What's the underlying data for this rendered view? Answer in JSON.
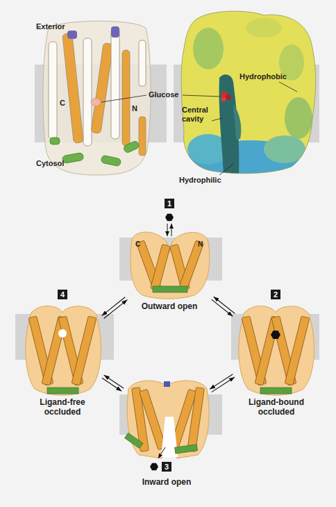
{
  "diagram": {
    "nodes": [
      {
        "text": [
          "1",
          "Outward open"
        ]
      },
      {
        "text": [
          "4",
          "Ligand-free occluded"
        ]
      },
      {
        "text": [
          "2",
          "Ligand-bound occluded"
        ]
      },
      {
        "text": [
          "3",
          "Inward open"
        ]
      }
    ],
    "edges": [
      {
        "from": 0,
        "to": 2,
        "arrow": "both"
      },
      {
        "from": 2,
        "to": 3,
        "arrow": "both"
      },
      {
        "from": 3,
        "to": 1,
        "arrow": "both"
      },
      {
        "from": 1,
        "to": 0,
        "arrow": "both"
      }
    ],
    "labels": [
      "Exterior",
      "Cytosol",
      "C",
      "N",
      "Glucose",
      "Hydrophobic",
      "Central cavity",
      "Hydrophilic",
      "C",
      "N"
    ]
  }
}
